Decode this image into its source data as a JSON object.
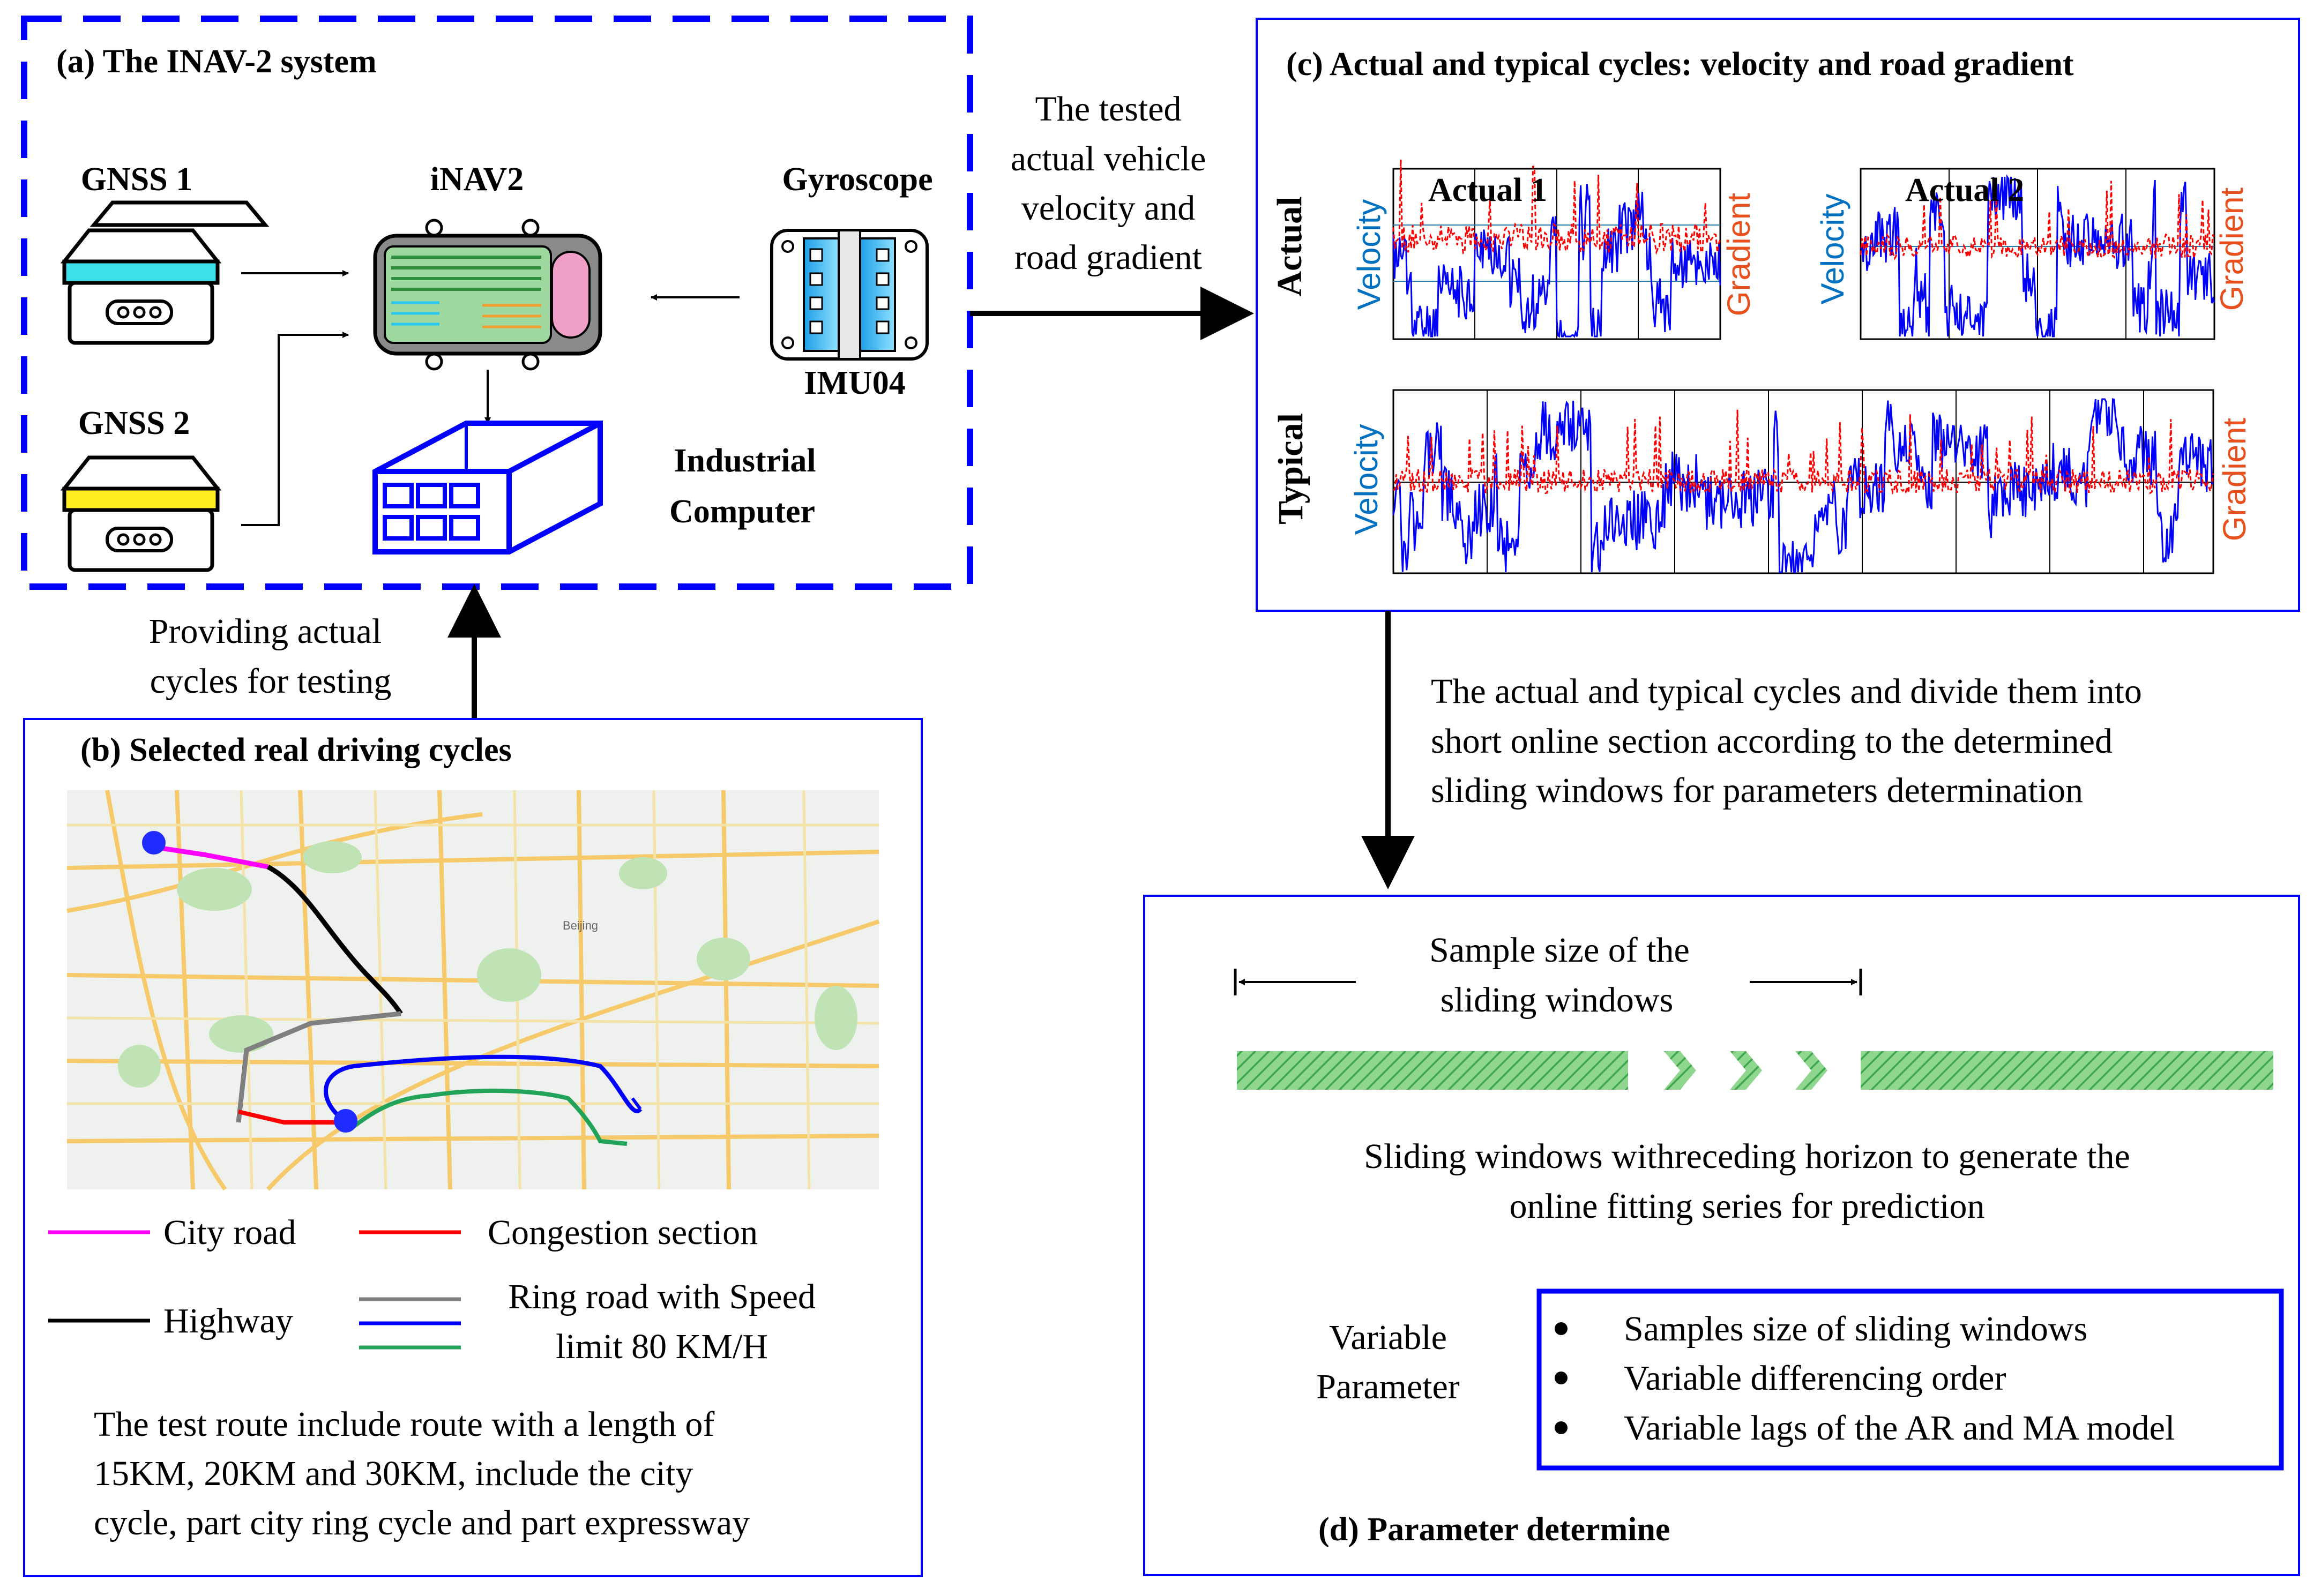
{
  "panel_a": {
    "title": "(a) The INAV-2 system",
    "gnss1": "GNSS 1",
    "gnss2": "GNSS 2",
    "inav2": "iNAV2",
    "gyroscope": "Gyroscope",
    "imu": "IMU04",
    "industrial_computer": [
      "Industrial",
      "Computer"
    ]
  },
  "arrow_a_to_c": [
    "The tested",
    "actual vehicle",
    "velocity and",
    "road gradient"
  ],
  "arrow_b_to_a": [
    "Providing actual",
    "cycles for testing"
  ],
  "panel_b": {
    "title": "(b) Selected real driving cycles",
    "legend": {
      "city_road": "City road",
      "congestion": "Congestion section",
      "highway": "Highway",
      "ring_road": [
        "Ring road with Speed",
        "limit 80 KM/H"
      ]
    },
    "description": [
      "The test route include route with a length of",
      "15KM, 20KM and 30KM, include the city",
      "cycle, part city ring cycle and part expressway"
    ],
    "map_labels": [
      "Beijing"
    ],
    "colors": {
      "city_road": "#ff00ff",
      "congestion": "#ff0000",
      "highway": "#000000",
      "ring_gray": "#808080",
      "ring_blue": "#0000ff",
      "ring_green": "#22a35a"
    }
  },
  "panel_c": {
    "title": "(c)  Actual and typical cycles: velocity and road gradient",
    "row_actual": "Actual",
    "row_typical": "Typical",
    "actual1": "Actual 1",
    "actual2": "Actual 2",
    "velocity": "Velocity",
    "gradient": "Gradient",
    "colors": {
      "velocity": "#0000ff",
      "gradient": "#ff0000"
    }
  },
  "arrow_c_to_d": [
    "The actual and typical cycles and divide them into",
    "short online section according to the determined",
    "sliding windows for parameters determination"
  ],
  "panel_d": {
    "title": "(d) Parameter determine",
    "sample_size": [
      "Sample size of the",
      "sliding windows"
    ],
    "receding": [
      "Sliding windows withreceding horizon to generate the",
      "online fitting series for prediction"
    ],
    "variable": [
      "Variable",
      "Parameter"
    ],
    "bullets": [
      "Samples size of sliding windows",
      "Variable differencing order",
      "Variable lags of the AR and MA model"
    ]
  }
}
